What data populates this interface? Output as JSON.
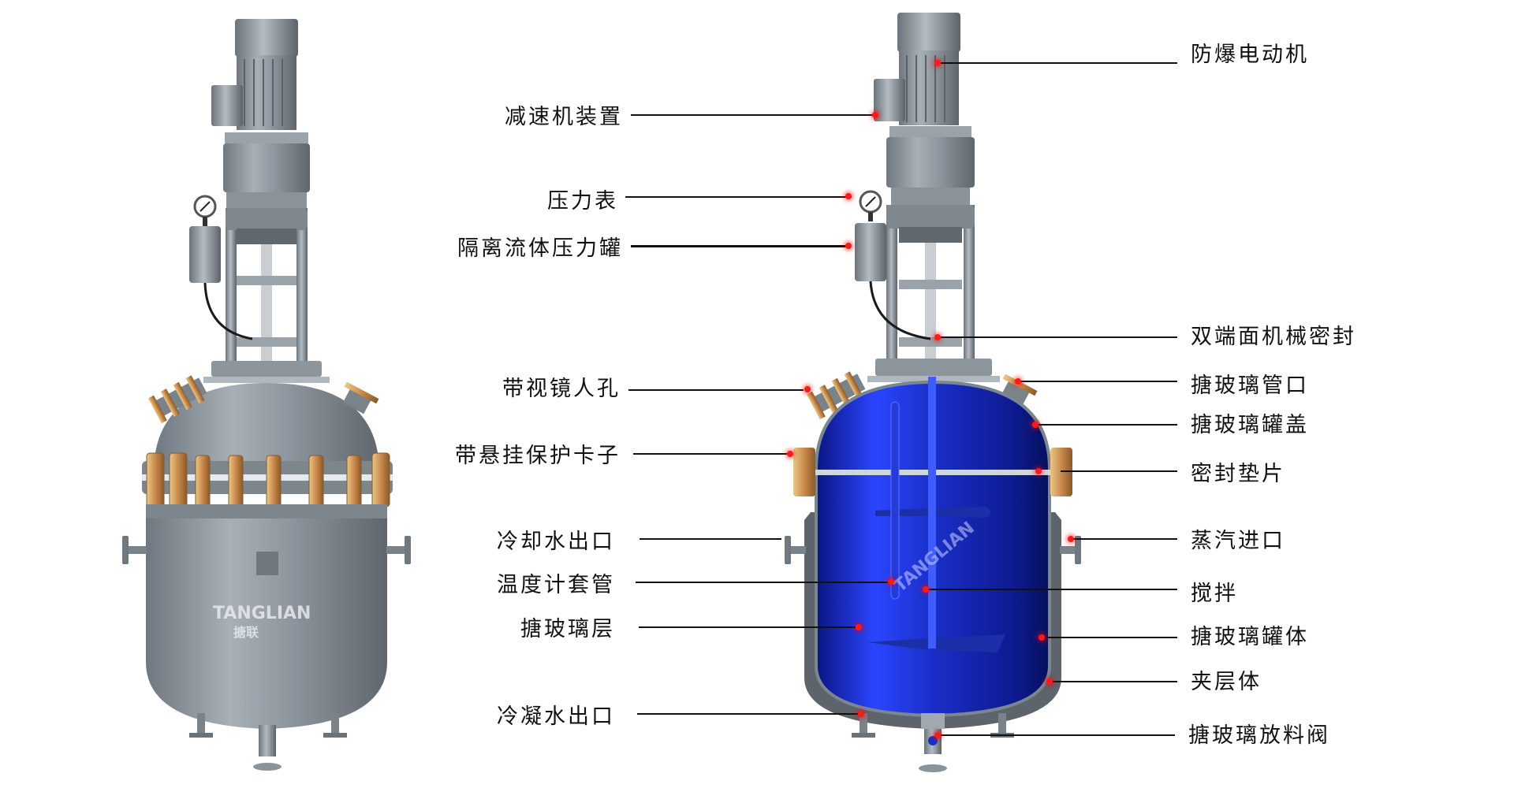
{
  "brand": {
    "watermark_en": "TANGLIAN",
    "watermark_cn": "搪联"
  },
  "figure": {
    "left_view": "exterior",
    "right_view": "cutaway",
    "colors": {
      "shell_gray": "#8a939c",
      "enamel_blue": "#1a2fc8",
      "clamp_copper": "#c98a4a",
      "leader_line": "#111111",
      "marker_red": "#ff1a1a"
    }
  },
  "labels": {
    "left": [
      {
        "id": "reducer",
        "text": "减速机装置"
      },
      {
        "id": "pressure_gauge",
        "text": "压力表"
      },
      {
        "id": "isolation_tank",
        "text": "隔离流体压力罐"
      },
      {
        "id": "manhole",
        "text": "带视镜人孔"
      },
      {
        "id": "clamp",
        "text": "带悬挂保护卡子"
      },
      {
        "id": "cooling_outlet",
        "text": "冷却水出口"
      },
      {
        "id": "thermo_sleeve",
        "text": "温度计套管"
      },
      {
        "id": "glass_layer",
        "text": "搪玻璃层"
      },
      {
        "id": "condensate_outlet",
        "text": "冷凝水出口"
      }
    ],
    "right": [
      {
        "id": "motor",
        "text": "防爆电动机"
      },
      {
        "id": "mech_seal",
        "text": "双端面机械密封"
      },
      {
        "id": "glass_nozzle",
        "text": "搪玻璃管口"
      },
      {
        "id": "glass_lid",
        "text": "搪玻璃罐盖"
      },
      {
        "id": "gasket",
        "text": "密封垫片"
      },
      {
        "id": "steam_inlet",
        "text": "蒸汽进口"
      },
      {
        "id": "agitator",
        "text": "搅拌"
      },
      {
        "id": "glass_body",
        "text": "搪玻璃罐体"
      },
      {
        "id": "jacket",
        "text": "夹层体"
      },
      {
        "id": "discharge_valve",
        "text": "搪玻璃放料阀"
      }
    ]
  }
}
